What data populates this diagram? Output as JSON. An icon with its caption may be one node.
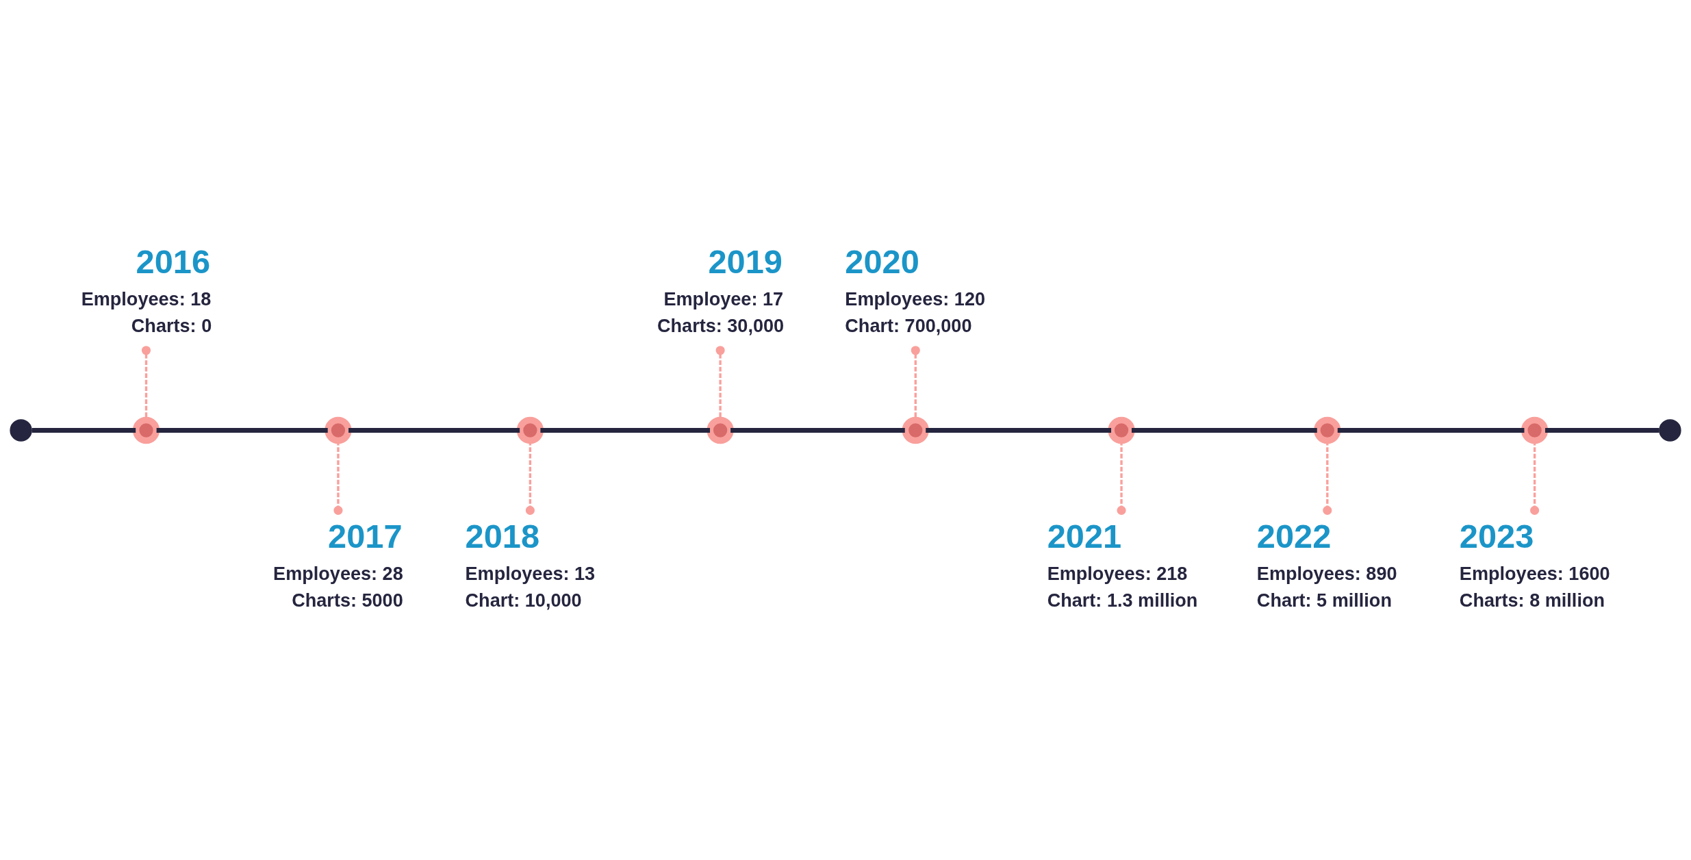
{
  "diagram": {
    "nodes": [
      {
        "text": [],
        "shape": "circle"
      },
      {
        "text": [
          "2016",
          "Employees: 18",
          "Charts: 0"
        ]
      },
      {
        "text": [],
        "shape": "circle"
      },
      {
        "text": [
          "2017",
          "Employees: 28",
          "Charts: 5000"
        ]
      },
      {
        "text": [],
        "shape": "circle"
      },
      {
        "text": [
          "2018",
          "Employees: 13",
          "Chart: 10,000"
        ]
      },
      {
        "text": [],
        "shape": "circle"
      },
      {
        "text": [
          "2019",
          "Employee: 17",
          "Charts: 30,000"
        ]
      },
      {
        "text": [],
        "shape": "circle"
      },
      {
        "text": [
          "2020",
          "Employees: 120",
          "Chart: 700,000"
        ]
      },
      {
        "text": [],
        "shape": "circle"
      },
      {
        "text": [
          "2021",
          "Employees: 218",
          "Chart: 1.3 million"
        ]
      },
      {
        "text": [],
        "shape": "circle"
      },
      {
        "text": [
          "2022",
          "Employees: 890",
          "Chart: 5 million"
        ]
      },
      {
        "text": [],
        "shape": "circle"
      },
      {
        "text": [
          "2023",
          "Employees: 1600",
          "Charts: 8 million"
        ]
      },
      {
        "text": [],
        "shape": "circle"
      },
      {
        "text": [],
        "shape": "circle"
      }
    ],
    "edges": [
      {
        "from": 0,
        "to": 2,
        "arrow": "none"
      },
      {
        "from": 2,
        "to": 4,
        "arrow": "none"
      },
      {
        "from": 4,
        "to": 6,
        "arrow": "none"
      },
      {
        "from": 6,
        "to": 8,
        "arrow": "none"
      },
      {
        "from": 8,
        "to": 10,
        "arrow": "none"
      },
      {
        "from": 10,
        "to": 12,
        "arrow": "none"
      },
      {
        "from": 12,
        "to": 14,
        "arrow": "none"
      },
      {
        "from": 14,
        "to": 16,
        "arrow": "none"
      },
      {
        "from": 16,
        "to": 17,
        "arrow": "none"
      },
      {
        "from": 1,
        "to": 2,
        "arrow": "other",
        "style": "dashed",
        "color": "#f9a09c"
      },
      {
        "from": 4,
        "to": 3,
        "arrow": "other",
        "style": "dashed",
        "color": "#f9a09c"
      },
      {
        "from": 6,
        "to": 5,
        "arrow": "other",
        "style": "dashed",
        "color": "#f9a09c"
      },
      {
        "from": 7,
        "to": 8,
        "arrow": "other",
        "style": "dashed",
        "color": "#f9a09c"
      },
      {
        "from": 9,
        "to": 10,
        "arrow": "other",
        "style": "dashed",
        "color": "#f9a09c"
      },
      {
        "from": 12,
        "to": 11,
        "arrow": "other",
        "style": "dashed",
        "color": "#f9a09c"
      },
      {
        "from": 14,
        "to": 13,
        "arrow": "other",
        "style": "dashed",
        "color": "#f9a09c"
      },
      {
        "from": 16,
        "to": 15,
        "arrow": "other",
        "style": "dashed",
        "color": "#f9a09c"
      }
    ]
  }
}
